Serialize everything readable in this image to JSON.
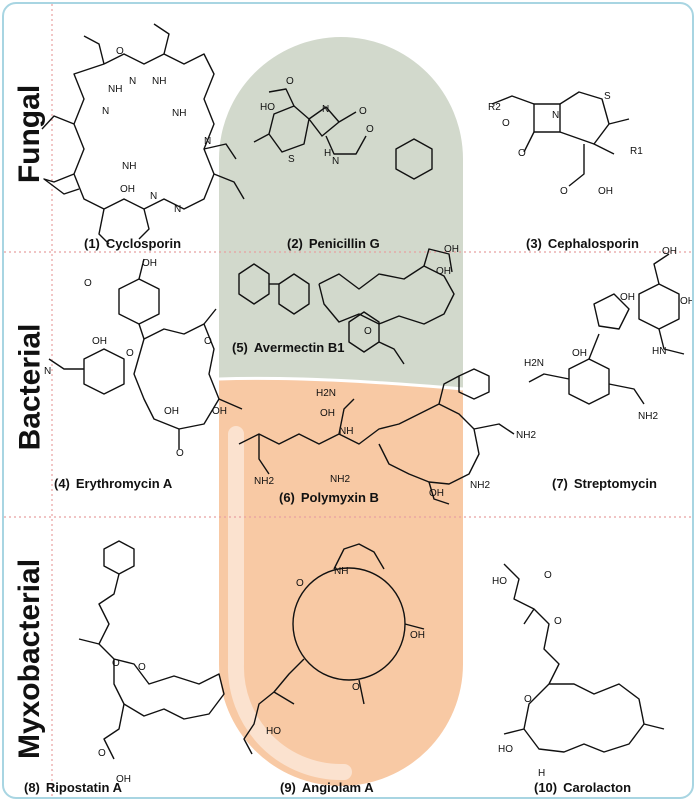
{
  "rows": {
    "fungal": "Fungal",
    "bacterial": "Bacterial",
    "myxobacterial": "Myxobacterial"
  },
  "compounds": [
    {
      "number": "(1)",
      "name": "Cyclosporin"
    },
    {
      "number": "(2)",
      "name": "Penicillin G"
    },
    {
      "number": "(3)",
      "name": "Cephalosporin"
    },
    {
      "number": "(4)",
      "name": "Erythromycin A"
    },
    {
      "number": "(5)",
      "name": "Avermectin B1"
    },
    {
      "number": "(6)",
      "name": "Polymyxin B"
    },
    {
      "number": "(7)",
      "name": "Streptomycin"
    },
    {
      "number": "(8)",
      "name": "Ripostatin A"
    },
    {
      "number": "(9)",
      "name": "Angiolam A"
    },
    {
      "number": "(10)",
      "name": "Carolacton"
    }
  ],
  "atom_labels": {
    "nh": "NH",
    "n": "N",
    "o": "O",
    "oh": "OH",
    "ho": "HO",
    "s": "S",
    "h": "H",
    "r1": "R1",
    "r2": "R2",
    "nh2": "NH2",
    "h2n": "H2N",
    "hn": "HN",
    "n_me": "N"
  },
  "colors": {
    "frame_border": "#a8d5e2",
    "grid_dotted": "#e8a0a0",
    "capsule_top": "#d2d9cc",
    "capsule_bottom": "#f8c9a4",
    "capsule_highlight": "#fbe2cf",
    "ink": "#111111"
  }
}
